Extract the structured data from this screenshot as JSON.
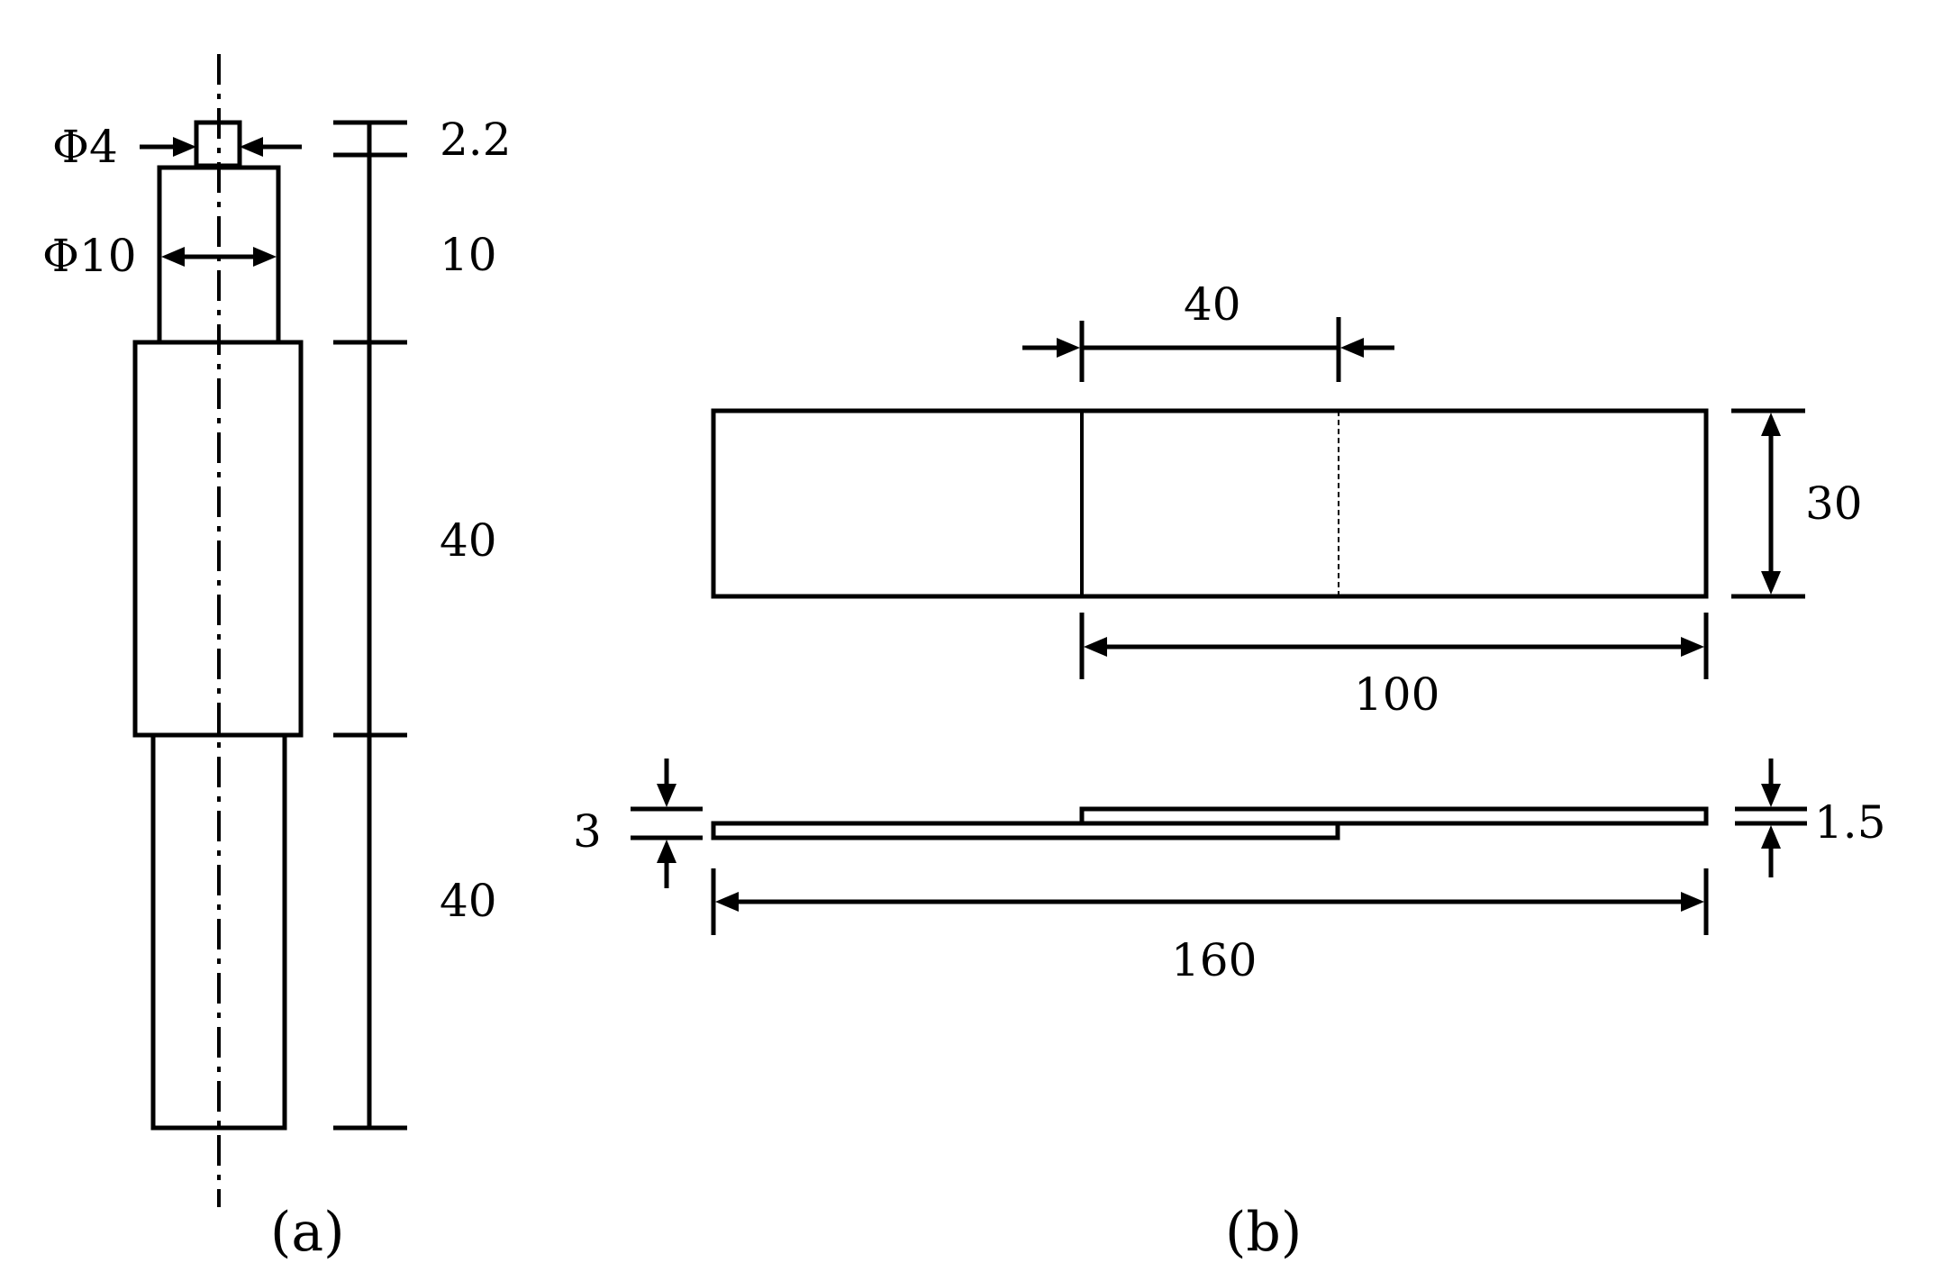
{
  "panel_a": {
    "caption": "(a)",
    "pin_diameter_label": "Φ4",
    "shoulder_diameter_label": "Φ10",
    "segment_labels": [
      "2.2",
      "10",
      "40",
      "40"
    ]
  },
  "panel_b": {
    "caption": "(b)",
    "overlap_label": "40",
    "width_label": "30",
    "sheet_length_label": "100",
    "total_length_label": "160",
    "total_thickness_label": "3",
    "sheet_thickness_label": "1.5"
  },
  "colors": {
    "stroke": "#000000",
    "background": "#ffffff"
  }
}
